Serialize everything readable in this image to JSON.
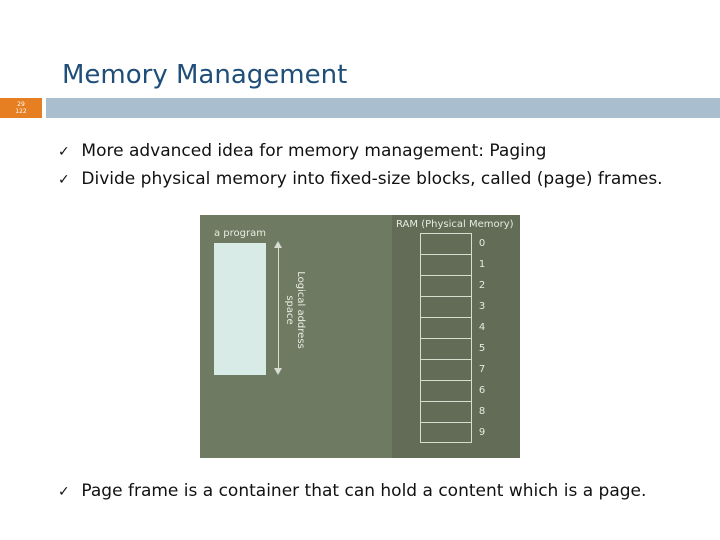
{
  "slide": {
    "title": "Memory Management",
    "page_number_top": "29",
    "page_number_bottom": "122"
  },
  "bullets": [
    "More advanced idea for memory management: Paging",
    "Divide physical memory into fixed-size blocks, called (page) frames."
  ],
  "bottom_bullet": "Page frame is a container that can hold a content which is a page.",
  "figure": {
    "program_label": "a program",
    "logical_label": "Logical address space",
    "ram_label": "RAM (Physical Memory)",
    "frame_numbers": [
      "0",
      "1",
      "2",
      "3",
      "4",
      "5",
      "7",
      "6",
      "8",
      "9"
    ]
  },
  "colors": {
    "title": "#1f4e79",
    "accent": "#e67e22",
    "rule": "#a9bfd0"
  }
}
